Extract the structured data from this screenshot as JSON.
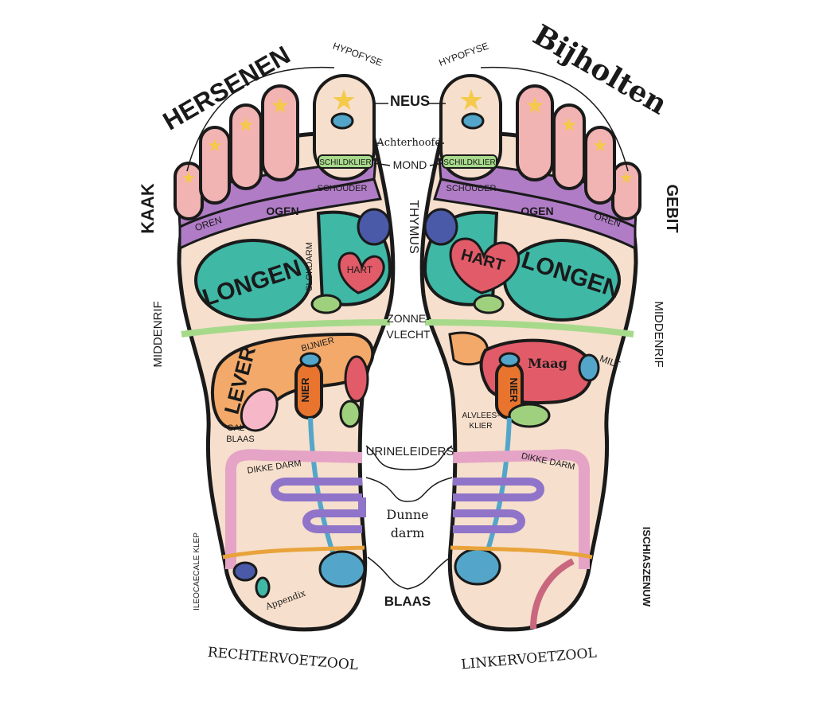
{
  "labels": {
    "hersenen": "HERSENEN",
    "bijholten": "Bijholten",
    "hypofyse_left": "HYPOFYSE",
    "hypofyse_right": "HYPOFYSE",
    "neus": "NEUS",
    "achterhoofd": "Achterhoofd",
    "mond": "MOND",
    "thymus": "THYMUS",
    "kaak": "KAAK",
    "gebit": "GEBIT",
    "middenrif_left": "MIDDENRIF",
    "middenrif_right": "MIDDENRIF",
    "zonne": "ZONNE-",
    "vlecht": "VLECHT",
    "urineleiders": "URINELEIDERS",
    "dunne": "Dunne",
    "darm": "darm",
    "blaas": "BLAAS",
    "ischias": "ISCHIASZENUW",
    "ileo": "ILEOCAECALE KLEP",
    "rechter": "RECHTERVOETZOOL",
    "linker": "LINKERVOETZOOL"
  },
  "right_foot": {
    "schildklier": "SCHILDKLIER",
    "schouder": "SCHOUDER",
    "oren": "OREN",
    "ogen": "OGEN",
    "longen": "LONGEN",
    "slokdarm": "SLOKDARM",
    "hart": "HART",
    "lever": "LEVER",
    "bijnier": "BIJNIER",
    "nier": "NIER",
    "gal": "GAL-",
    "blaas": "BLAAS",
    "dikke_darm": "DIKKE DARM",
    "appendix": "Appendix"
  },
  "left_foot": {
    "schildklier": "SCHILDKLIER",
    "schouder": "SCHOUDER",
    "oren": "OREN",
    "ogen": "OGEN",
    "longen": "LONGEN",
    "hart": "HART",
    "maag": "Maag",
    "milt": "MILT",
    "nier": "NIER",
    "alvlees": "ALVLEES-",
    "kuier": "KLIER",
    "dikke_darm": "DIKKE DARM"
  },
  "colors": {
    "skin": "#f6dfcc",
    "toe_pink": "#f2b3b3",
    "purple": "#b07cc6",
    "teal": "#3fb8a6",
    "heart": "#e25b68",
    "liver": "#f2a96a",
    "kidney": "#e8742d",
    "stomach": "#e25b68",
    "green_light": "#9fd07d",
    "blue": "#53a6c9",
    "intestine": "#8f74c9",
    "colon": "#e5a3c6",
    "outline": "#1a1a1a",
    "star": "#f5c94a",
    "shoulder_green": "#a7d98b"
  }
}
